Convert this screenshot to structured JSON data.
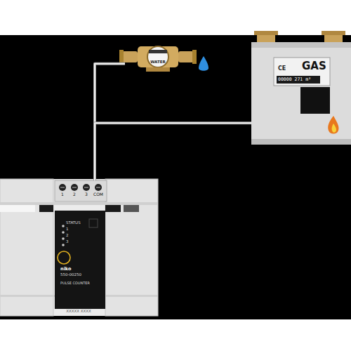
{
  "diagram": {
    "nodes": [
      {
        "text": [
          "WATER"
        ]
      },
      {
        "text": [
          "CE",
          "GAS",
          "00000 271 m³"
        ]
      },
      {
        "text": [
          "XXXXX XXXX"
        ]
      },
      {
        "text": [
          "1",
          "2",
          "3",
          "COM"
        ],
        "in": 2
      },
      {
        "text": [
          "STATUS",
          "1",
          "2",
          "3",
          "niko",
          "550-00250",
          "PULSE COUNTER"
        ],
        "in": 2
      }
    ],
    "edges": [
      {
        "from": 0,
        "to": 3,
        "arrow": "none"
      },
      {
        "from": 1,
        "to": 3,
        "arrow": "none"
      }
    ]
  }
}
